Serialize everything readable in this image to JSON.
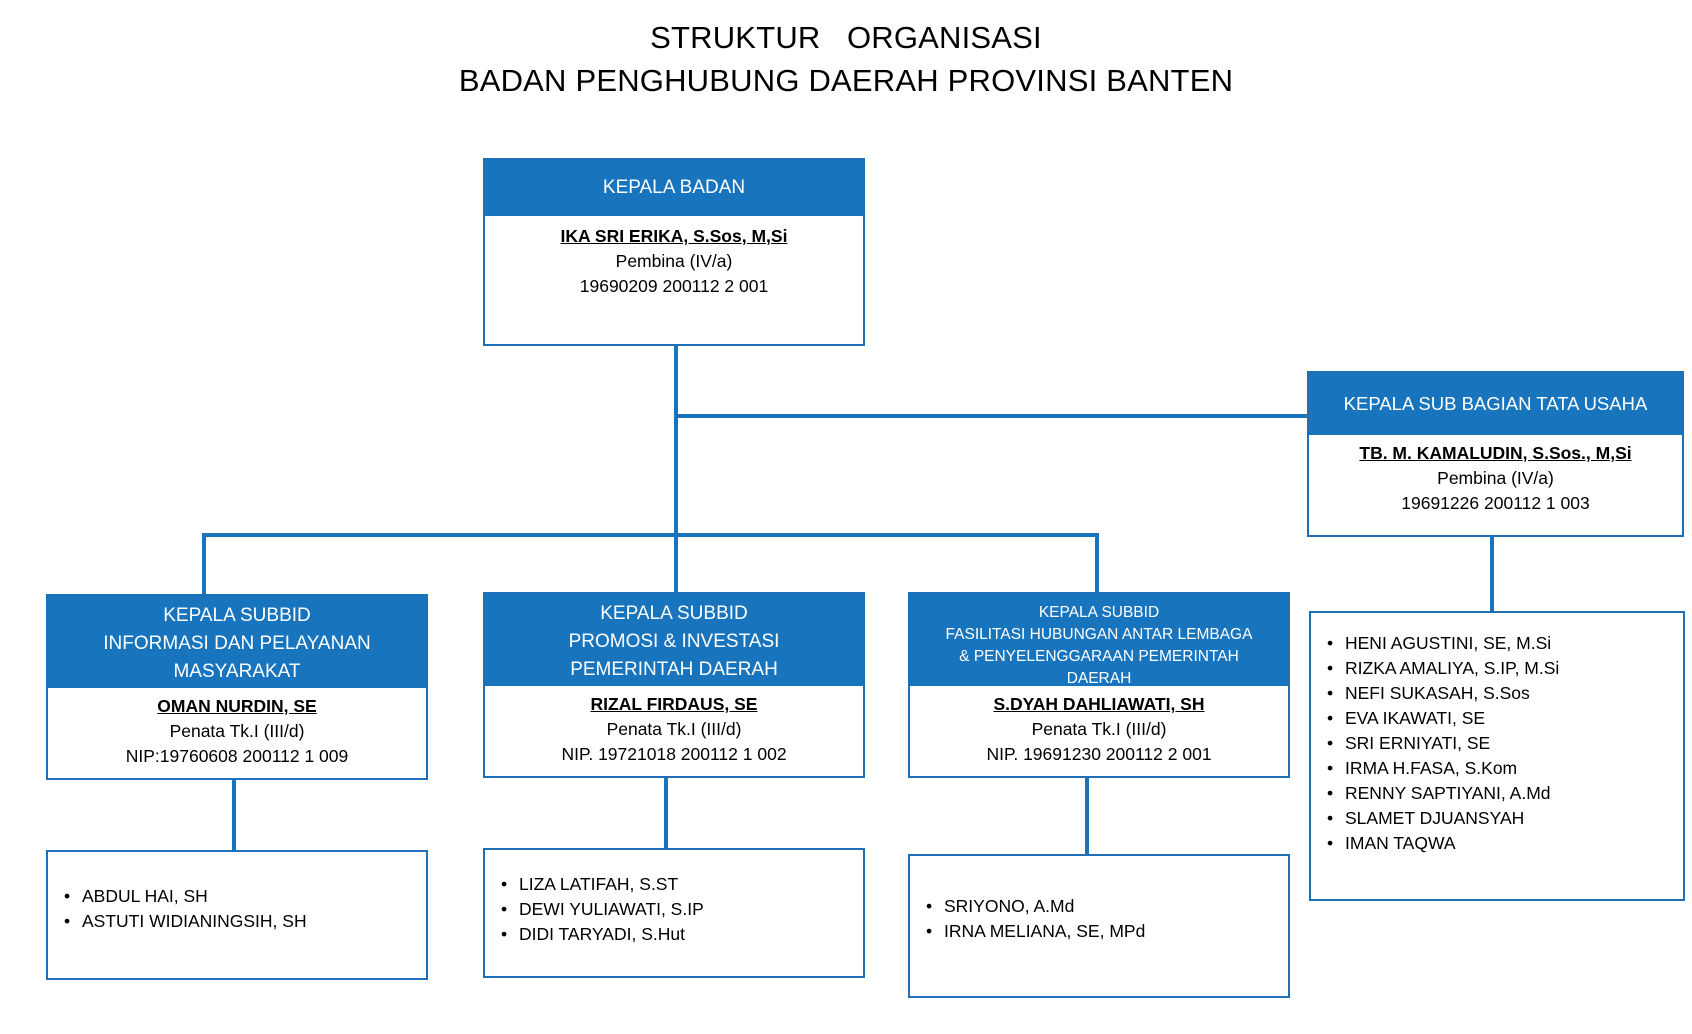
{
  "title": {
    "line1": "STRUKTUR   ORGANISASI",
    "line2": "BADAN PENGHUBUNG DAERAH PROVINSI BANTEN"
  },
  "colors": {
    "header_fill": "#1874BD",
    "border": "#1E6FB5",
    "connector": "#1874BD",
    "header_text": "#FFFFFF",
    "body_text": "#000000"
  },
  "nodes": {
    "kepala_badan": {
      "header": "KEPALA BADAN",
      "name": "IKA SRI ERIKA, S.Sos, M,Si",
      "rank": "Pembina (IV/a)",
      "nip": "19690209 200112 2 001"
    },
    "kasubbag_tu": {
      "header": "KEPALA SUB BAGIAN TATA USAHA",
      "name": "TB. M. KAMALUDIN, S.Sos., M,Si",
      "rank": "Pembina (IV/a)",
      "nip": "19691226 200112 1 003"
    },
    "subbid_informasi": {
      "header": "KEPALA SUBBID\nINFORMASI DAN PELAYANAN\nMASYARAKAT",
      "name": "OMAN NURDIN, SE",
      "rank": "Penata Tk.I (III/d)",
      "nip": "NIP:19760608 200112 1 009"
    },
    "subbid_promosi": {
      "header": "KEPALA SUBBID\nPROMOSI & INVESTASI\nPEMERINTAH DAERAH",
      "name": "RIZAL FIRDAUS, SE",
      "rank": "Penata Tk.I (III/d)",
      "nip": "NIP. 19721018 200112 1 002"
    },
    "subbid_fasilitasi": {
      "header": "KEPALA SUBBID\nFASILITASI HUBUNGAN ANTAR LEMBAGA\n& PENYELENGGARAAN PEMERINTAH\nDAERAH",
      "name": "S.DYAH DAHLIAWATI, SH",
      "rank": "Penata Tk.I (III/d)",
      "nip": "NIP. 19691230 200112 2 001"
    }
  },
  "staff": {
    "tata_usaha": [
      "HENI AGUSTINI, SE, M.Si",
      "RIZKA AMALIYA, S.IP, M.Si",
      "NEFI SUKASAH, S.Sos",
      "EVA IKAWATI, SE",
      "SRI ERNIYATI, SE",
      "IRMA H.FASA, S.Kom",
      "RENNY SAPTIYANI, A.Md",
      "SLAMET DJUANSYAH",
      "IMAN TAQWA"
    ],
    "informasi": [
      "ABDUL HAI, SH",
      "ASTUTI WIDIANINGSIH, SH"
    ],
    "promosi": [
      "LIZA LATIFAH, S.ST",
      "DEWI YULIAWATI, S.IP",
      "DIDI TARYADI, S.Hut"
    ],
    "fasilitasi": [
      "SRIYONO, A.Md",
      "IRNA MELIANA, SE, MPd"
    ]
  }
}
